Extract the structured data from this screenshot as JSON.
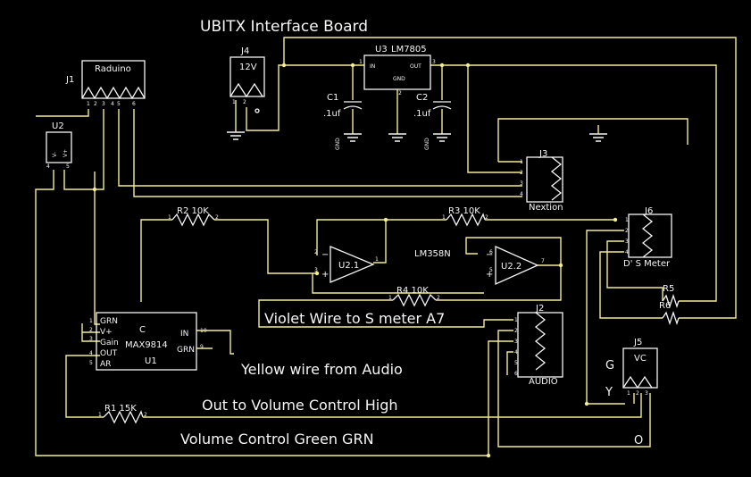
{
  "title": "UBITX Interface Board",
  "components": {
    "j1": {
      "ref": "J1",
      "value": "Raduino",
      "pins": [
        "1",
        "2",
        "3",
        "4",
        "5",
        "6"
      ]
    },
    "j4": {
      "ref": "J4",
      "value": "12V",
      "pins": [
        "1",
        "2"
      ]
    },
    "u3": {
      "ref": "U3",
      "value": "LM7805",
      "in": "IN",
      "out": "OUT",
      "gnd": "GND",
      "pin_in": "1",
      "pin_out": "3",
      "pin_gnd": "2"
    },
    "c1": {
      "ref": "C1",
      "value": ".1uf"
    },
    "c2": {
      "ref": "C2",
      "value": ".1uf"
    },
    "u2": {
      "ref": "U2",
      "v_minus": "V-",
      "v_plus": "V+",
      "pins": [
        "4",
        "5"
      ]
    },
    "j3": {
      "ref": "J3",
      "value": "Nextion",
      "pins": [
        "1",
        "2",
        "3",
        "4"
      ]
    },
    "r2": {
      "ref": "R2",
      "value": "10K",
      "pins": [
        "1",
        "2"
      ]
    },
    "r3": {
      "ref": "R3",
      "value": "10K",
      "pins": [
        "1",
        "2"
      ]
    },
    "r4": {
      "ref": "R4",
      "value": "10K",
      "pins": [
        "1",
        "2"
      ]
    },
    "r1": {
      "ref": "R1",
      "value": "15K",
      "pins": [
        "1",
        "2"
      ]
    },
    "r5": {
      "ref": "R5"
    },
    "r6": {
      "ref": "R6"
    },
    "u21": {
      "ref": "U2.1",
      "pins": [
        "2",
        "3",
        "1"
      ]
    },
    "u22": {
      "ref": "U2.2",
      "value": "LM358N",
      "pins": [
        "6",
        "5",
        "7"
      ]
    },
    "j6": {
      "ref": "J6",
      "value": "D' S Meter",
      "pins": [
        "1",
        "2",
        "3",
        "4"
      ]
    },
    "j2": {
      "ref": "J2",
      "value": "AUDIO",
      "pins": [
        "1",
        "2",
        "3",
        "4",
        "5",
        "6"
      ]
    },
    "j5": {
      "ref": "J5",
      "value": "VC",
      "pins": [
        "1",
        "2",
        "3"
      ]
    },
    "u1": {
      "ref": "U1",
      "value": "MAX9814",
      "c": "C",
      "grn": "GRN",
      "vplus": "V+",
      "gain": "Gain",
      "out": "OUT",
      "ar": "AR",
      "in": "IN",
      "grn2": "GRN",
      "pins": [
        "1",
        "2",
        "3",
        "4",
        "5"
      ],
      "pin_in": "10",
      "pin_grn": "9"
    },
    "c1_gnd": "GND",
    "c2_gnd": "GND"
  },
  "notes": {
    "violet": "Violet Wire to S meter A7",
    "yellow": "Yellow wire from Audio",
    "vol_high": "Out to Volume Control High",
    "vol_green": "Volume Control Green GRN",
    "g": "G",
    "y": "Y",
    "o": "O"
  },
  "colors": {
    "background": "#000000",
    "wire": "#f2ec92",
    "symbol": "#f5f5f5"
  }
}
